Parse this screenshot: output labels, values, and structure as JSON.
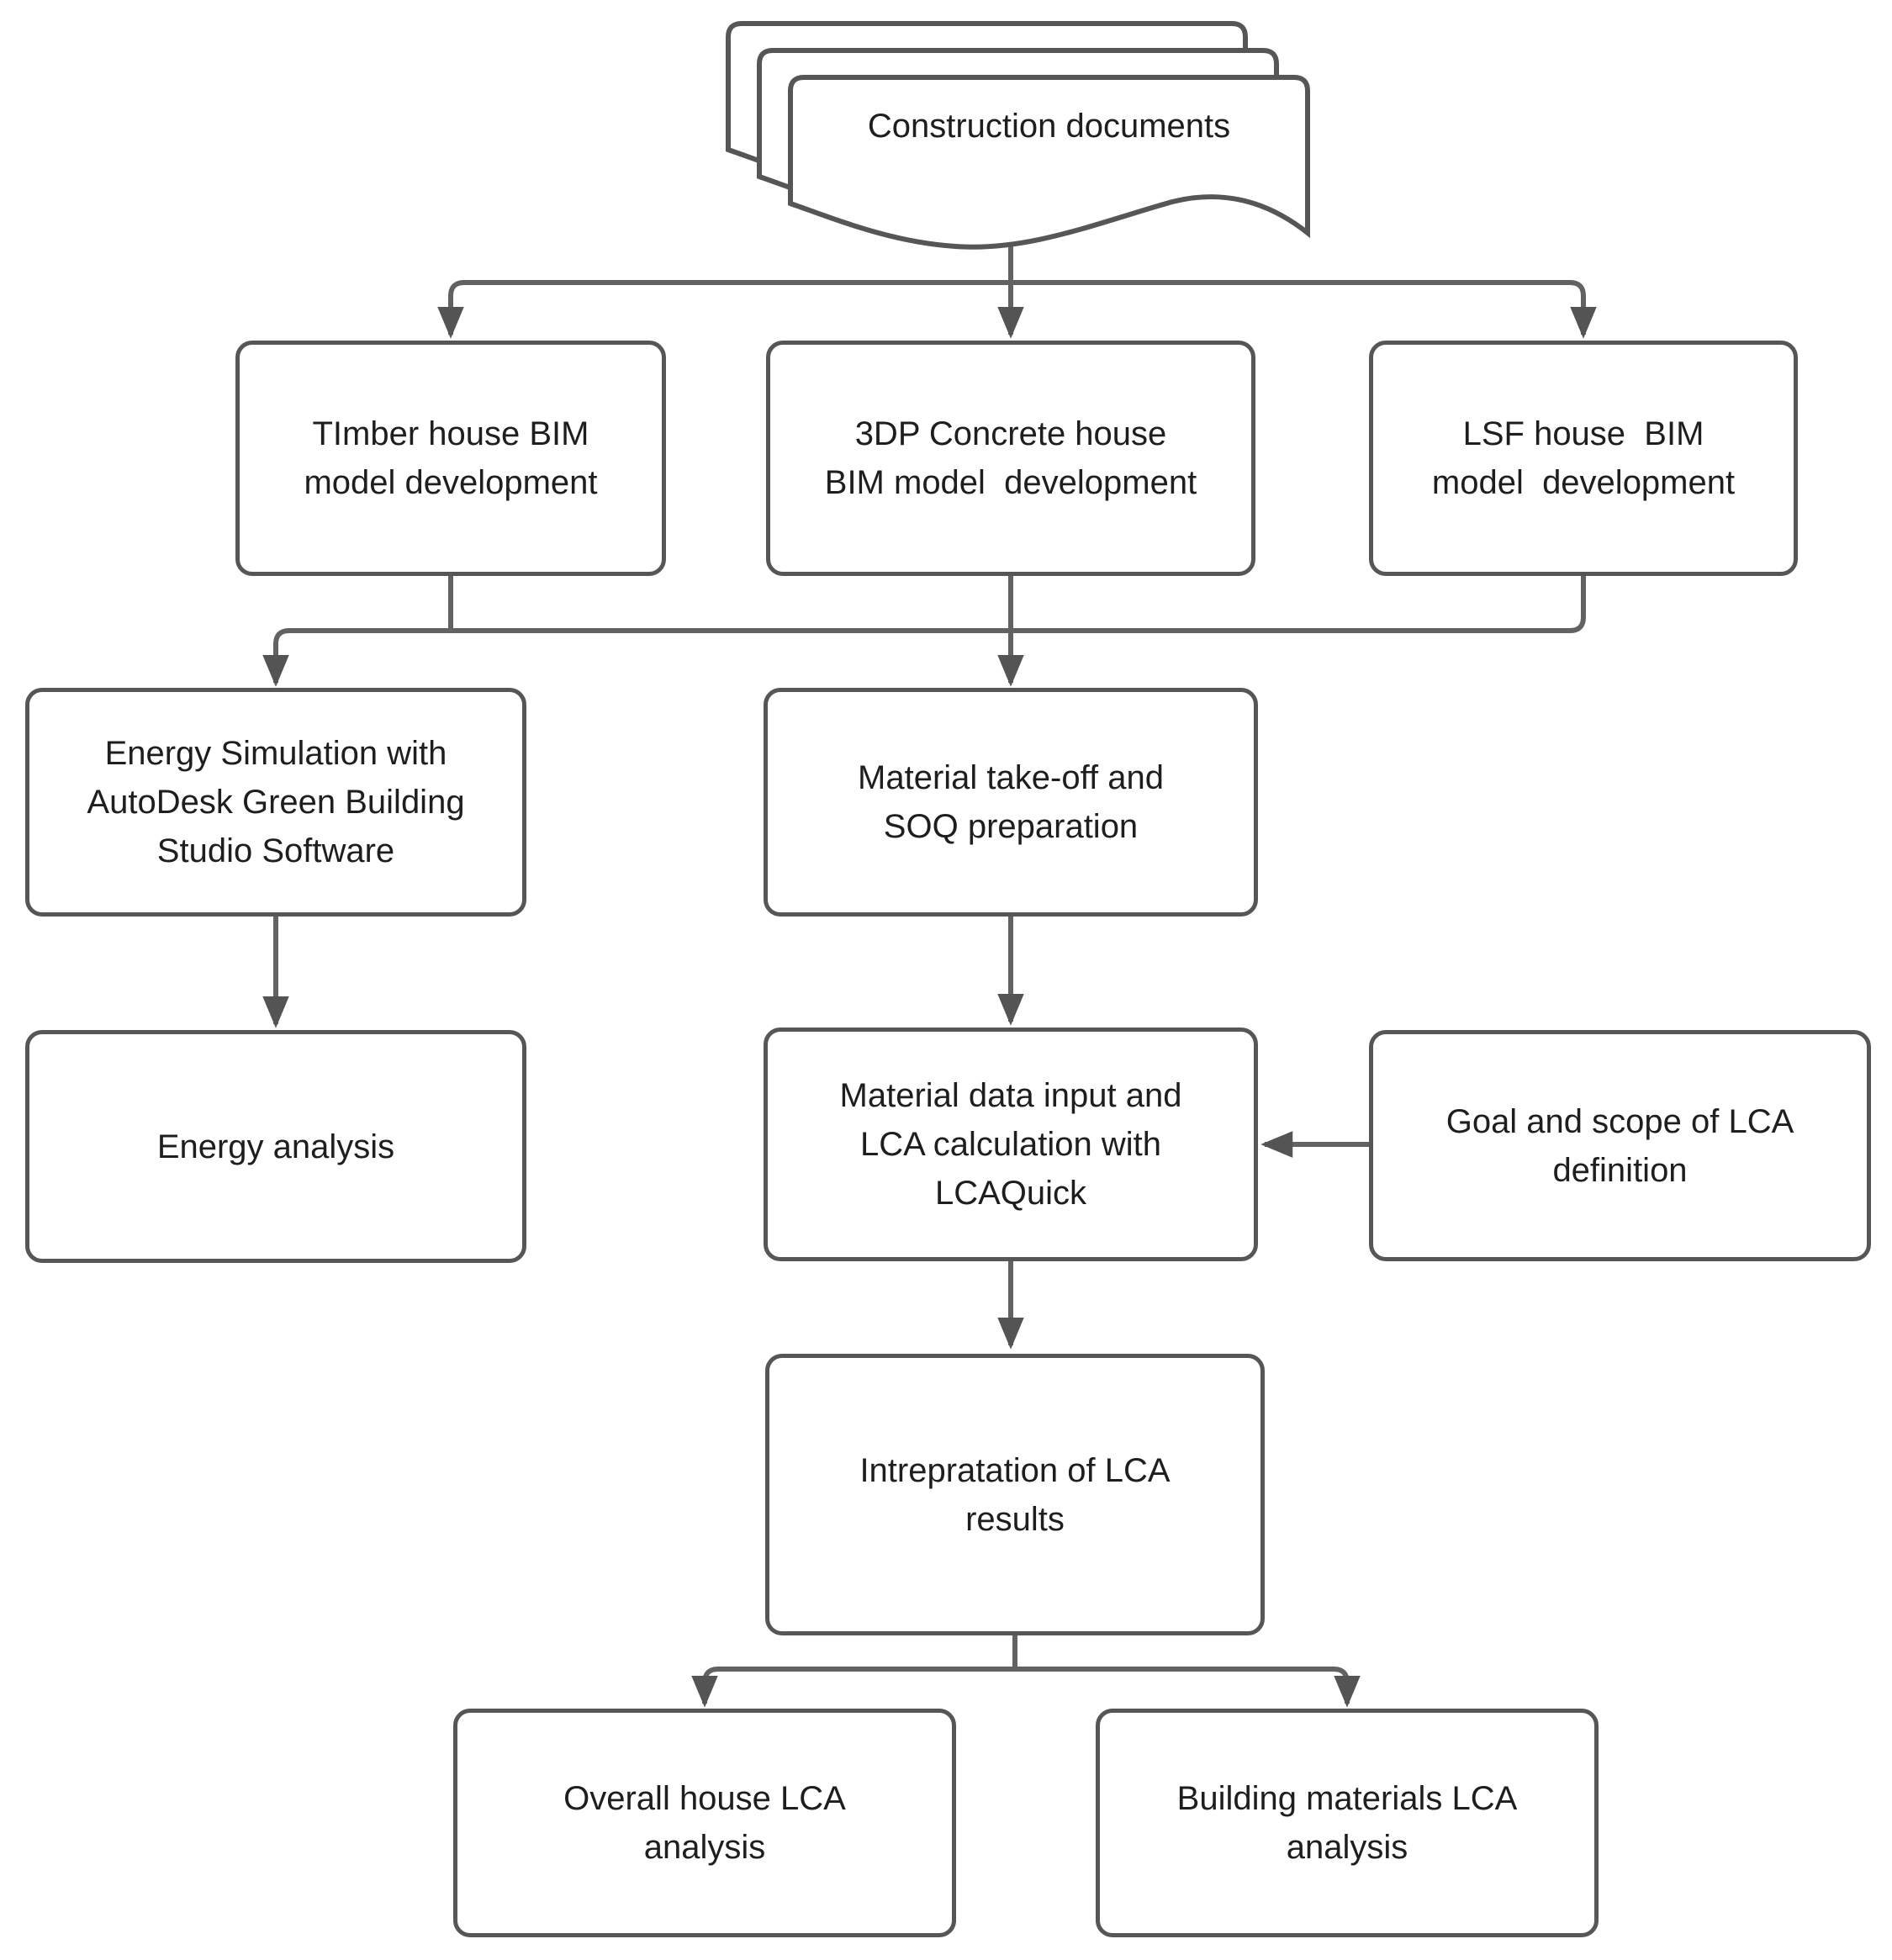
{
  "diagram": {
    "type": "flowchart",
    "title": "BIM-based LCA methodology flowchart",
    "colors": {
      "background": "#ffffff",
      "node_fill": "#ffffff",
      "node_border": "#565656",
      "connector": "#626262",
      "arrowhead": "#545454",
      "text": "#1e1e1e"
    },
    "nodes": {
      "construction_documents": {
        "shape": "document-stack",
        "label": "Construction documents"
      },
      "timber_bim": {
        "shape": "rounded-rect",
        "label": "TImber house BIM\nmodel development"
      },
      "concrete_bim": {
        "shape": "rounded-rect",
        "label": "3DP Concrete house\nBIM model  development"
      },
      "lsf_bim": {
        "shape": "rounded-rect",
        "label": "LSF house  BIM\nmodel  development"
      },
      "energy_simulation": {
        "shape": "rounded-rect",
        "label": "Energy Simulation with\nAutoDesk Green Building\nStudio Software"
      },
      "material_takeoff": {
        "shape": "rounded-rect",
        "label": "Material take-off and\nSOQ preparation"
      },
      "energy_analysis": {
        "shape": "rounded-rect",
        "label": "Energy analysis"
      },
      "material_data_input": {
        "shape": "rounded-rect",
        "label": "Material data input and\nLCA calculation with\nLCAQuick"
      },
      "goal_scope": {
        "shape": "rounded-rect",
        "label": "Goal and scope of LCA\ndefinition"
      },
      "interpretation": {
        "shape": "rounded-rect",
        "label": "Intrepratation of LCA\nresults"
      },
      "overall_lca": {
        "shape": "rounded-rect",
        "label": "Overall house LCA\nanalysis"
      },
      "materials_lca": {
        "shape": "rounded-rect",
        "label": "Building materials LCA\nanalysis"
      }
    },
    "edges": [
      {
        "from": "construction_documents",
        "to": "timber_bim",
        "arrow": true
      },
      {
        "from": "construction_documents",
        "to": "concrete_bim",
        "arrow": true
      },
      {
        "from": "construction_documents",
        "to": "lsf_bim",
        "arrow": true
      },
      {
        "from": "timber_bim",
        "to": "energy_simulation",
        "arrow": true
      },
      {
        "from": "concrete_bim",
        "to": "material_takeoff",
        "arrow": true
      },
      {
        "from": "lsf_bim",
        "to": "material_takeoff",
        "arrow": true
      },
      {
        "from": "energy_simulation",
        "to": "energy_analysis",
        "arrow": true
      },
      {
        "from": "material_takeoff",
        "to": "material_data_input",
        "arrow": true
      },
      {
        "from": "goal_scope",
        "to": "material_data_input",
        "arrow": true
      },
      {
        "from": "material_data_input",
        "to": "interpretation",
        "arrow": true
      },
      {
        "from": "interpretation",
        "to": "overall_lca",
        "arrow": true
      },
      {
        "from": "interpretation",
        "to": "materials_lca",
        "arrow": true
      }
    ]
  }
}
